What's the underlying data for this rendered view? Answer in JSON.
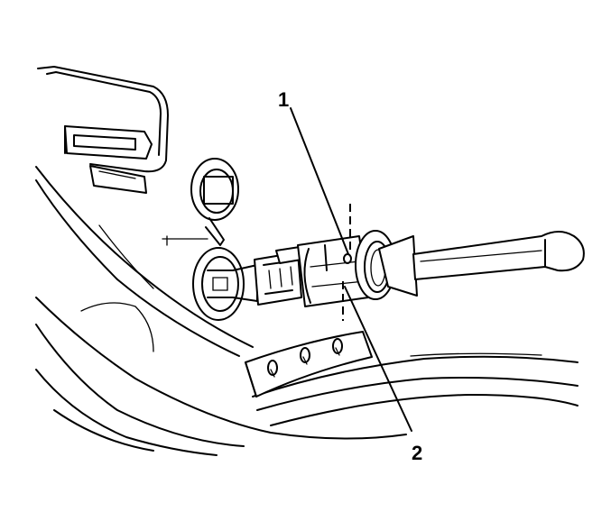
{
  "callouts": [
    {
      "id": "callout-1",
      "number": "1"
    },
    {
      "id": "callout-2",
      "number": "2"
    }
  ],
  "colors": {
    "line": "#000000",
    "background": "#ffffff"
  }
}
